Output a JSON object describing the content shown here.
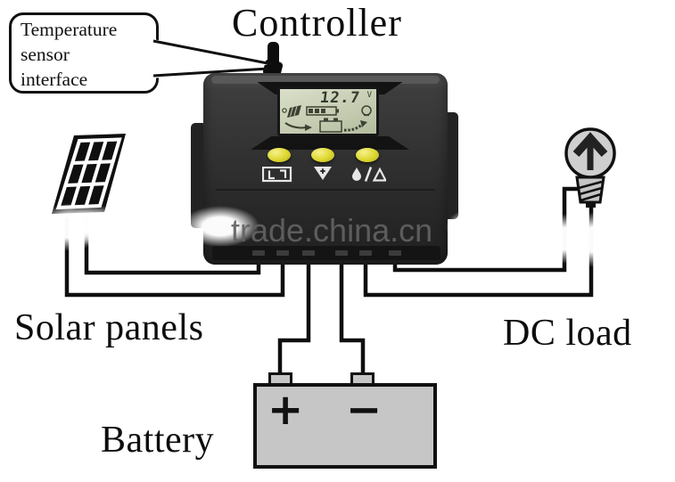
{
  "title": "Controller",
  "callout": {
    "line1": "Temperature",
    "line2": "sensor",
    "line3": "interface"
  },
  "labels": {
    "solar_panels": "Solar panels",
    "dc_load": "DC load",
    "battery": "Battery"
  },
  "watermark": "trade.china.cn",
  "controller": {
    "lcd": {
      "value": "12.7",
      "unit": "V"
    },
    "button_count": 3
  },
  "battery": {
    "positive": "+",
    "negative": "−"
  },
  "icons": {
    "lcd": [
      "sun-icon",
      "solar-panel-icon",
      "charge-gauge-icon",
      "lamp-icon",
      "battery-icon",
      "flow-arrow-icon"
    ],
    "buttons": [
      "display-select-icon",
      "down-arrow-plus-icon",
      "droplet-slash-triangle-icon"
    ],
    "diagram": [
      "solar-panel-graphic",
      "light-bulb-graphic",
      "battery-graphic",
      "temperature-sensor-connector"
    ]
  },
  "colors": {
    "button_yellow": "#ddd72f",
    "lcd_green": "#c6cdb2",
    "controller_body": "#2e2e2e",
    "watermark_gray": "#626262",
    "wire_black": "#0f0f0f"
  }
}
